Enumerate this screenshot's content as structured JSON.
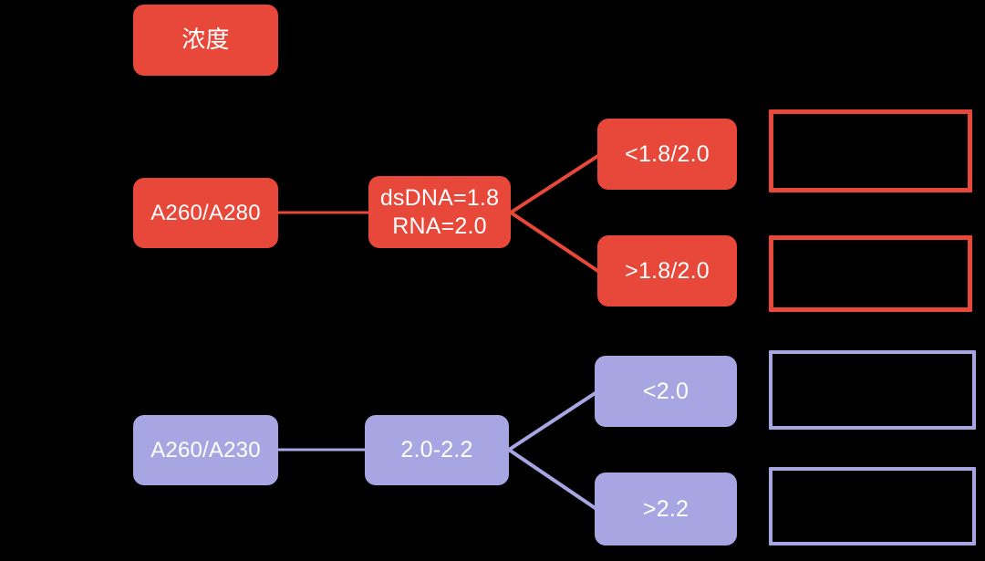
{
  "diagram": {
    "title_node": {
      "label": "浓度"
    },
    "colors": {
      "red": "#E8483A",
      "purple": "#A8A6E2",
      "background": "#000000",
      "text": "#FFFFFF"
    },
    "branches": [
      {
        "id": "a260-a280",
        "color": "#E8483A",
        "root": {
          "label": "A260/A280"
        },
        "decision": {
          "label": "dsDNA=1.8\nRNA=2.0"
        },
        "outcomes": [
          {
            "label": "<1.8/2.0",
            "note": ""
          },
          {
            "label": ">1.8/2.0",
            "note": ""
          }
        ]
      },
      {
        "id": "a260-a230",
        "color": "#A8A6E2",
        "root": {
          "label": "A260/A230"
        },
        "decision": {
          "label": "2.0-2.2"
        },
        "outcomes": [
          {
            "label": "<2.0",
            "note": ""
          },
          {
            "label": ">2.2",
            "note": ""
          }
        ]
      }
    ]
  }
}
